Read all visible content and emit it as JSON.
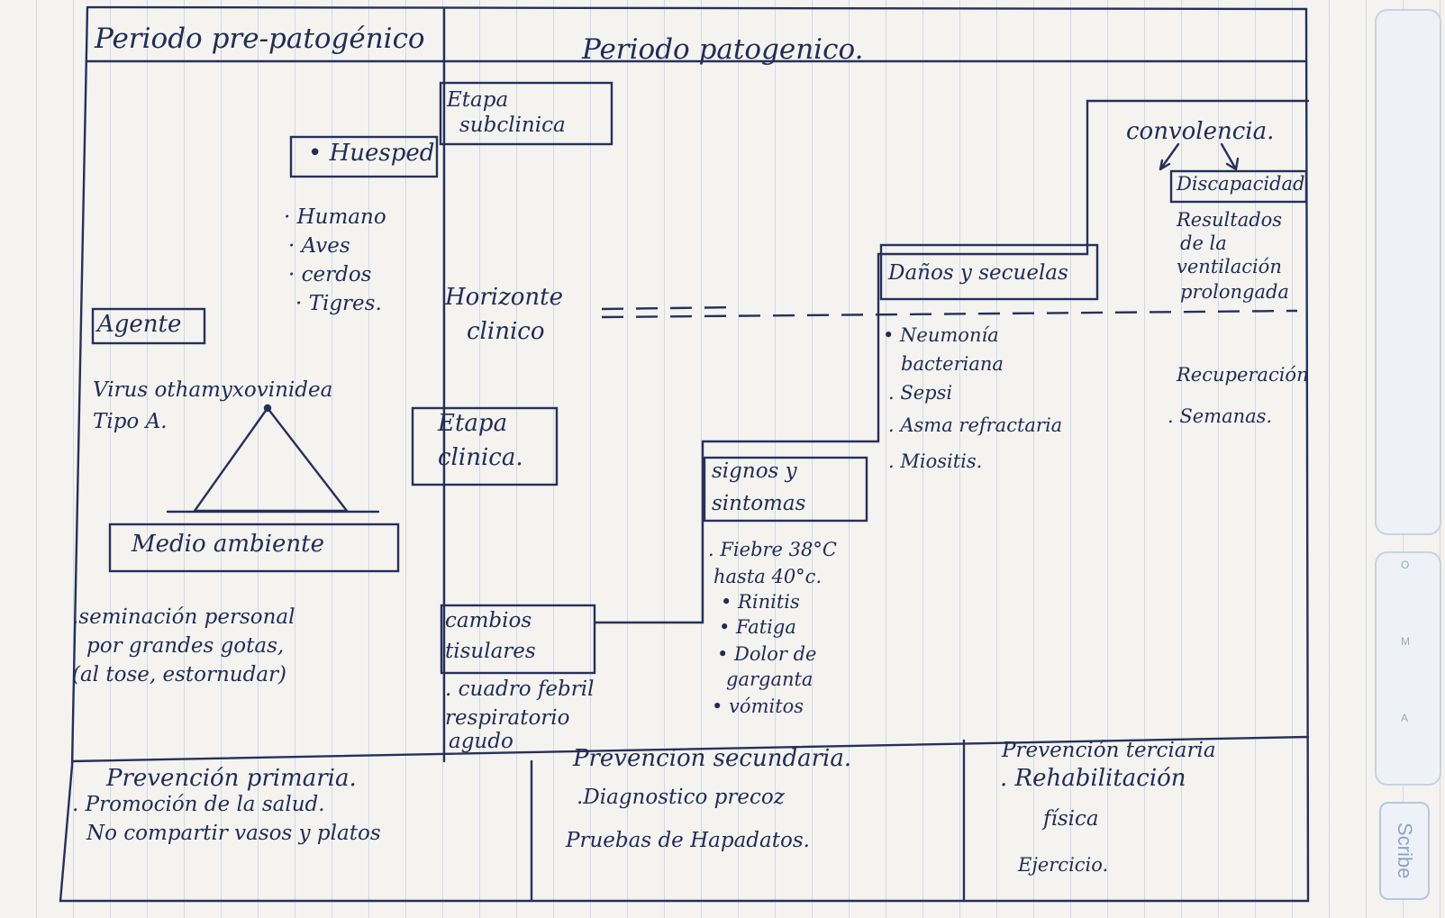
{
  "headers": {
    "pre": "Periodo pre-patogénico",
    "pat": "Periodo patogenico."
  },
  "pre": {
    "huesped": "• Huesped",
    "huesped_list": [
      "· Humano",
      "· Aves",
      "· cerdos",
      "· Tigres."
    ],
    "agente": "Agente",
    "virus_line1": "Virus othamyxovinidea",
    "virus_line2": "Tipo A.",
    "medio": "Medio ambiente",
    "transmision": [
      ".seminación personal",
      "por grandes gotas,",
      "(al tose, estornudar)"
    ]
  },
  "pat": {
    "etapa_sub": [
      "Etapa",
      "subclinica"
    ],
    "horizonte": [
      "Horizonte",
      "clinico"
    ],
    "etapa_clin": [
      "Etapa",
      "clinica."
    ],
    "cambios": [
      "cambios",
      "tisulares"
    ],
    "cuadro": [
      ". cuadro febril",
      "respiratorio",
      "agudo"
    ],
    "signos": [
      "signos y",
      "sintomas"
    ],
    "sintomas_list": [
      ". Fiebre 38°C",
      "hasta 40°c.",
      "• Rinitis",
      "• Fatiga",
      "• Dolor de",
      "garganta",
      "• vómitos"
    ],
    "danos": "Daños y secuelas",
    "danos_list": [
      "• Neumonía",
      "bacteriana",
      ". Sepsi",
      ". Asma refractaria",
      ". Miositis."
    ],
    "convalecencia": "convolencia.",
    "discapacidad": "Discapacidad",
    "resultados": [
      "Resultados",
      "de la",
      "ventilación",
      "prolongada"
    ],
    "recuperacion": "Recuperación",
    "semanas": ". Semanas."
  },
  "prevencion": {
    "primaria": [
      "Prevención primaria.",
      ". Promoción de la salud.",
      "No compartir vasos y platos"
    ],
    "secundaria": [
      "Prevencion secundaria.",
      ".Diagnostico precoz",
      "Pruebas de Hapadatos."
    ],
    "terciaria": [
      "Prevención terciaria",
      ". Rehabilitación",
      "física",
      "Ejercicio."
    ]
  },
  "side": {
    "scribe_label": "Scribe",
    "letters": [
      "O",
      "M",
      "A"
    ]
  },
  "colors": {
    "ink": "#222c55",
    "paper": "#f4f3f0",
    "rule": "#aebdd6"
  }
}
